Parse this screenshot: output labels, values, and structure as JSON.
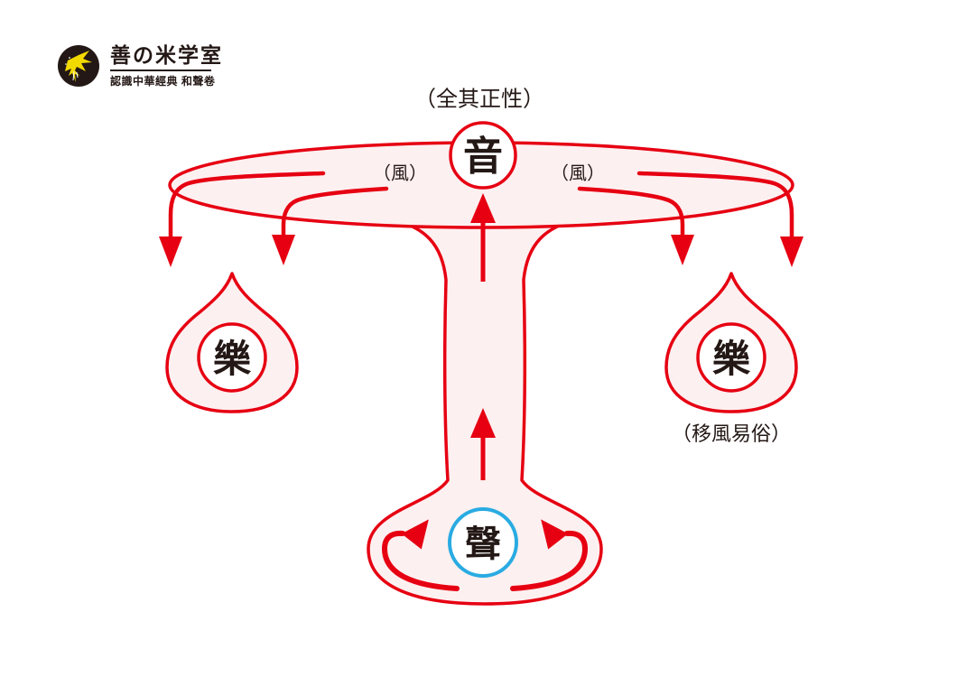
{
  "colors": {
    "red": "#e60012",
    "pink": "#fdf0f0",
    "blue": "#29abe2",
    "ink": "#231815",
    "logo_yellow": "#f2d900",
    "white": "#ffffff"
  },
  "logo": {
    "title": "善の米学室",
    "subtitle": "認識中華經典 和聲卷",
    "icon": "bird-icon"
  },
  "captions": {
    "top": "（全其正性）",
    "wind_left": "（風）",
    "wind_right": "（風）",
    "bottom_right": "（移風易俗）"
  },
  "nodes": {
    "yin": "音",
    "yue_left": "樂",
    "yue_right": "樂",
    "sheng": "聲"
  }
}
